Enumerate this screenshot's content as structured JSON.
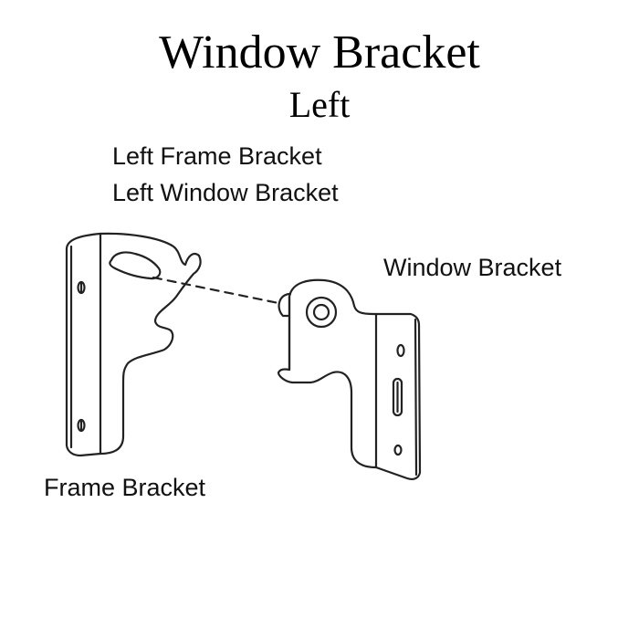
{
  "title": "Window Bracket",
  "subtitle": "Left",
  "labels": {
    "list_line1": "Left Frame Bracket",
    "list_line2": "Left Window Bracket",
    "window_bracket": "Window Bracket",
    "frame_bracket": "Frame Bracket"
  },
  "colors": {
    "line": "#222222",
    "background": "#ffffff"
  }
}
